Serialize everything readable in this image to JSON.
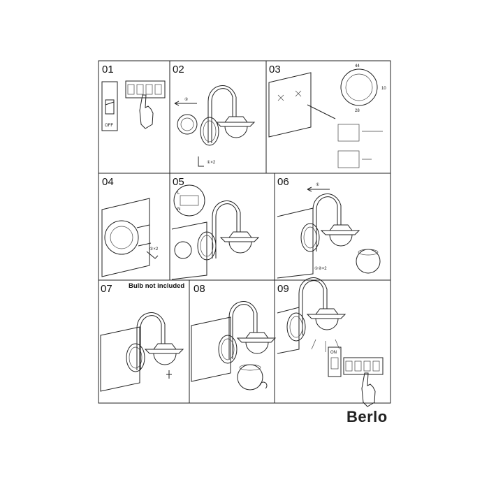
{
  "steps": [
    {
      "number": "01",
      "labels": {
        "switch": "OFF"
      }
    },
    {
      "number": "02",
      "labels": {
        "screws": "①×2",
        "arrow_a": "②"
      }
    },
    {
      "number": "03",
      "labels": {
        "top": "44",
        "bottom": "28",
        "side": "10"
      }
    },
    {
      "number": "04",
      "labels": {
        "screws": "①×2"
      }
    },
    {
      "number": "05",
      "labels": {
        "terminal_l": "L",
        "terminal_n": "N"
      }
    },
    {
      "number": "06",
      "labels": {
        "arrow_a": "①",
        "screws": "①②×2"
      }
    },
    {
      "number": "07",
      "labels": {
        "note": "Bulb not included"
      }
    },
    {
      "number": "08",
      "labels": {}
    },
    {
      "number": "09",
      "labels": {
        "switch": "ON"
      }
    }
  ],
  "brand": "Berlo"
}
